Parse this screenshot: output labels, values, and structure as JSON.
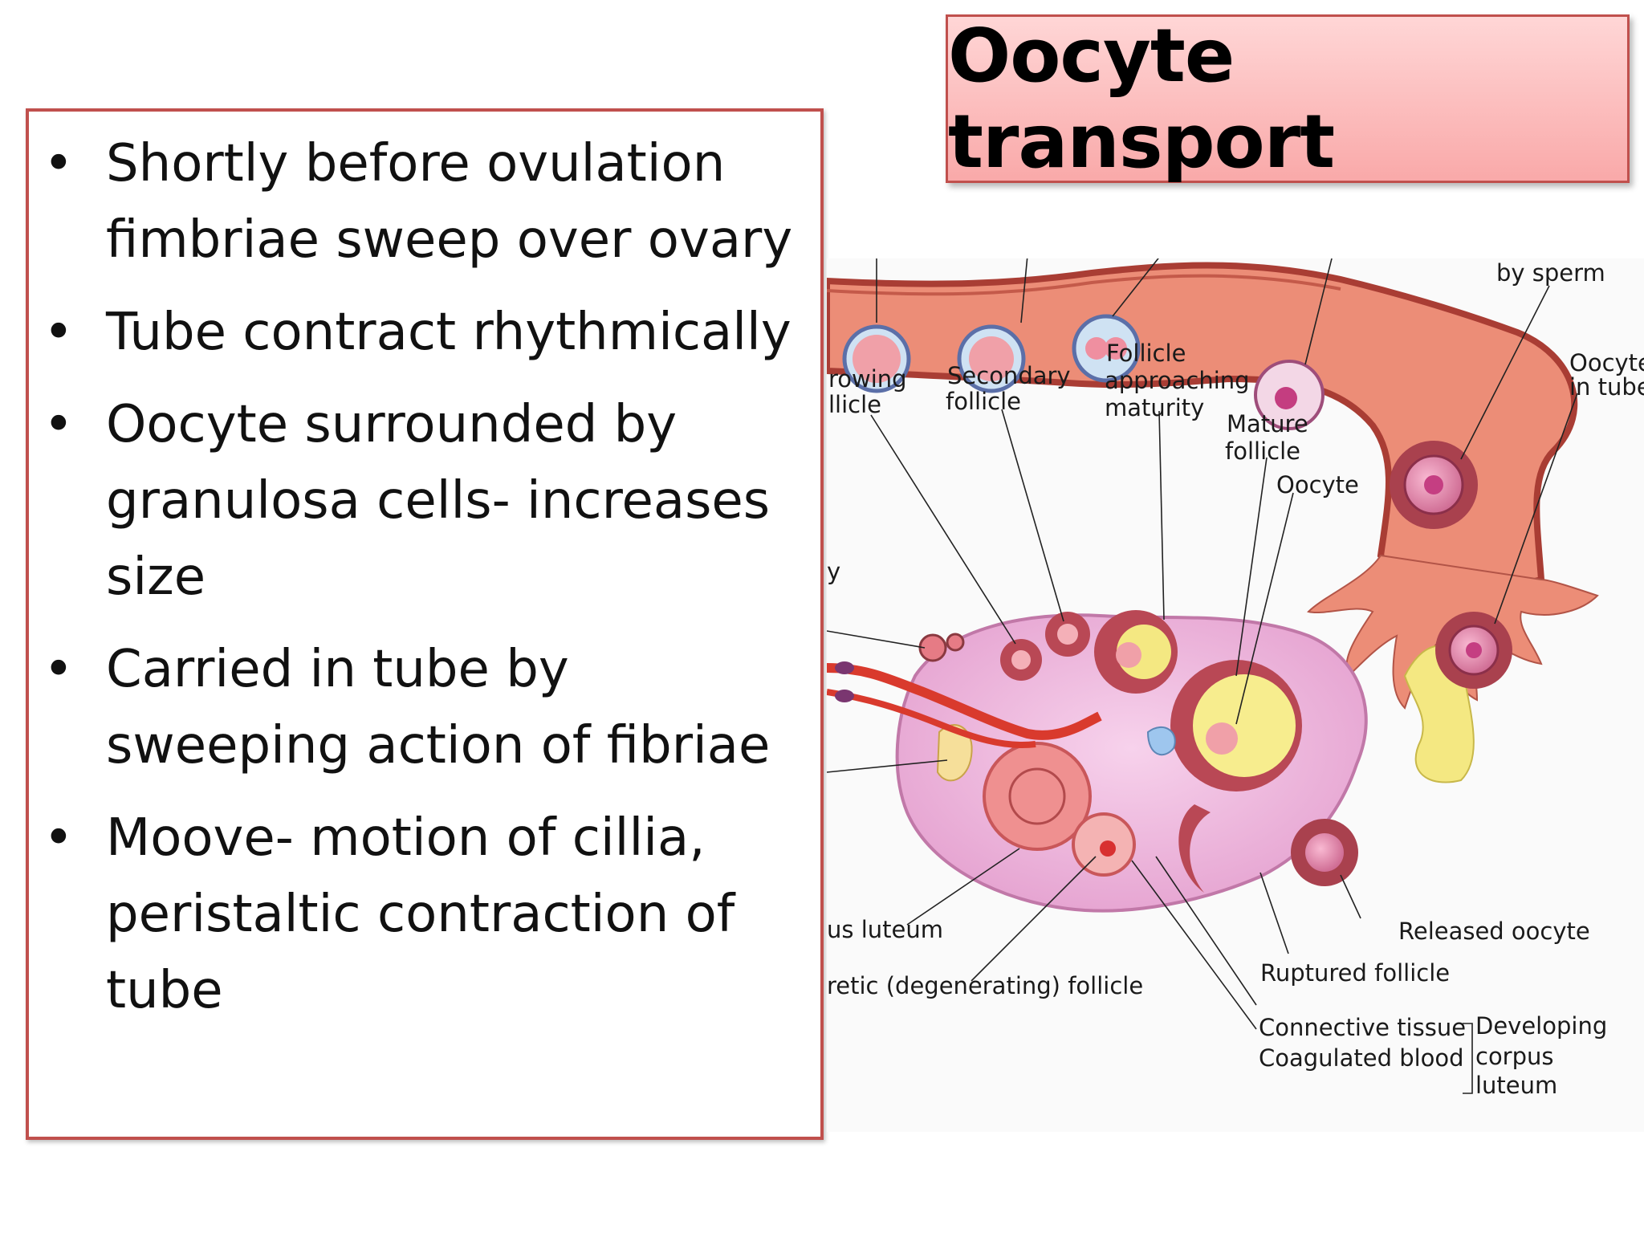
{
  "title": "Oocyte transport",
  "bullet_char": "•",
  "bullets": [
    [
      "Shortly before ovulation",
      "fimbriae sweep over ovary"
    ],
    [
      "Tube contract rhythmically"
    ],
    [
      "Oocyte surrounded by",
      "granulosa cells- increases",
      "size"
    ],
    [
      "Carried in tube by",
      "sweeping action of fibriae"
    ],
    [
      "Moove- motion of cillia,",
      "peristaltic contraction of",
      "tube"
    ]
  ],
  "diagram": {
    "labels": {
      "by_sperm": "by sperm",
      "oocyte_in_tube_1": "Oocyte",
      "oocyte_in_tube_2": "in tube",
      "growing_follicle_1": "rowing",
      "growing_follicle_2": "llicle",
      "secondary_follicle_1": "Secondary",
      "secondary_follicle_2": "follicle",
      "approaching_1": "Follicle",
      "approaching_2": "approaching",
      "approaching_3": "maturity",
      "mature_1": "Mature",
      "mature_2": "follicle",
      "oocyte": "Oocyte",
      "ovary_y": "y",
      "corpus_luteum": "us luteum",
      "atretic": "retic (degenerating) follicle",
      "released_oocyte": "Released oocyte",
      "ruptured_follicle": "Ruptured follicle",
      "connective_tissue": "Connective tissue",
      "coagulated_blood": "Coagulated blood",
      "developing_1": "Developing",
      "developing_2": "corpus",
      "developing_3": "luteum"
    }
  }
}
